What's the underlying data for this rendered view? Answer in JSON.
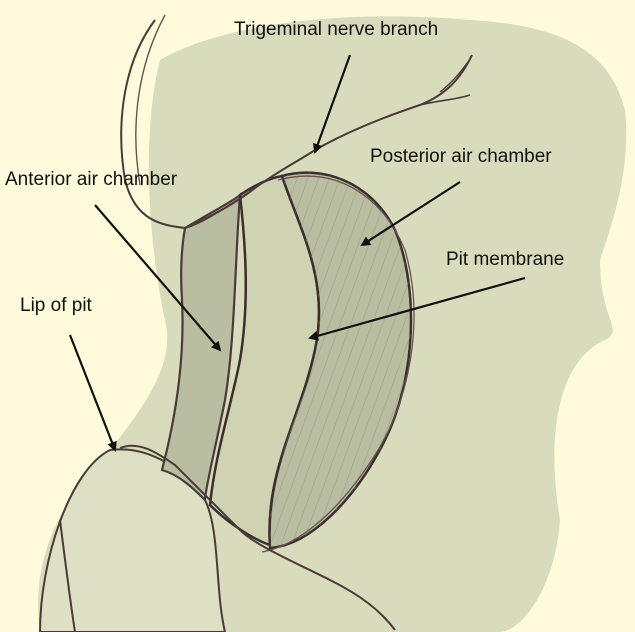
{
  "labels": {
    "trigeminal": "Trigeminal nerve branch",
    "posterior": "Posterior air chamber",
    "anterior": "Anterior air chamber",
    "membrane": "Pit membrane",
    "lip": "Lip of pit"
  },
  "colors": {
    "background": "#fdfbdc",
    "tissue": "#d9dcbc",
    "chamber_shade": "#b9bea0",
    "membrane": "#cfd3b1",
    "outline": "#4a3a3a",
    "arrow": "#111111"
  }
}
